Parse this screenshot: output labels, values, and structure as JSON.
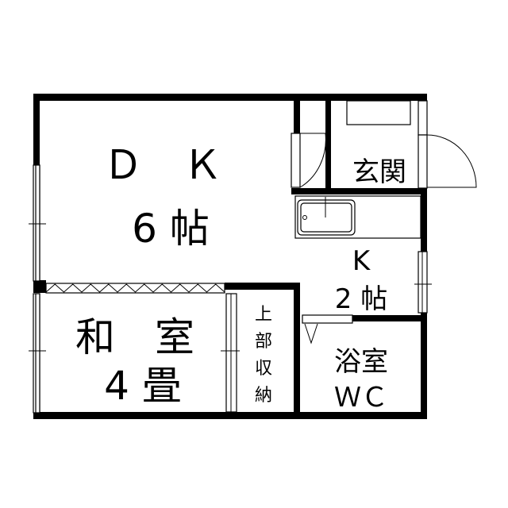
{
  "rooms": {
    "dk": {
      "line1": "Ｄ　Ｋ",
      "line2": "6 帖"
    },
    "entrance": {
      "label": "玄関"
    },
    "kitchen": {
      "line1": "K",
      "line2": "2 帖"
    },
    "washitsu": {
      "line1": "和　室",
      "line2": "4 畳"
    },
    "closet": {
      "chars": [
        "上",
        "部",
        "収",
        "納"
      ]
    },
    "bath": {
      "line1": "浴室",
      "line2": "ＷＣ"
    }
  }
}
